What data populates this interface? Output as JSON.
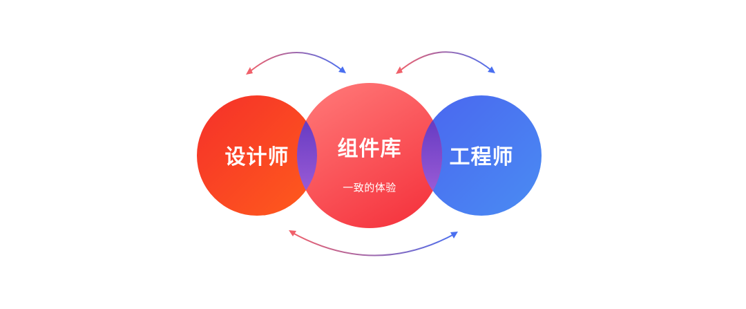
{
  "nodes": {
    "designer": {
      "label": "设计师",
      "icon": "circle"
    },
    "library": {
      "label": "组件库",
      "sublabel": "一致的体验",
      "icon": "circle"
    },
    "engineer": {
      "label": "工程师",
      "icon": "circle"
    }
  },
  "arrows": [
    {
      "from": "library",
      "to": "designer",
      "bidirectional": true,
      "icon": "curved-double-arrow"
    },
    {
      "from": "engineer",
      "to": "library",
      "bidirectional": true,
      "icon": "curved-double-arrow"
    },
    {
      "from": "designer",
      "to": "engineer",
      "bidirectional": true,
      "icon": "curved-double-arrow"
    }
  ],
  "colors": {
    "designer_start": "#f5332a",
    "designer_end": "#ff5a1f",
    "library_start": "#ff7272",
    "library_end": "#f5333f",
    "engineer_start": "#4a6ff0",
    "engineer_end": "#4a8af2",
    "overlap_start": "#5a2fbf",
    "overlap_end": "#b06ad8",
    "arrow_red": "#f0606a",
    "arrow_blue": "#4a6ff0"
  }
}
